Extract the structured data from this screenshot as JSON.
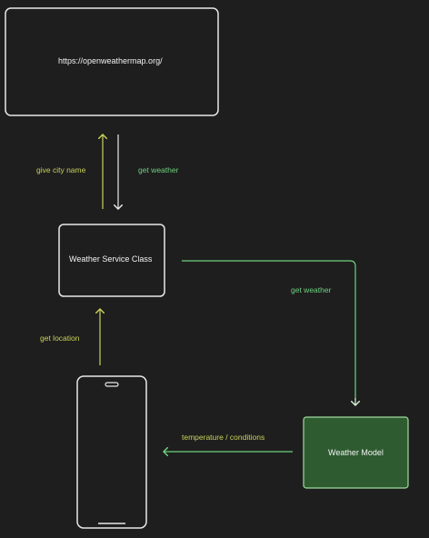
{
  "nodes": {
    "api": {
      "label": "https://openweathermap.org/"
    },
    "service": {
      "label": "Weather Service Class"
    },
    "model": {
      "label": "Weather Model"
    },
    "phone": {
      "label": ""
    }
  },
  "edges": {
    "give_city_name": {
      "label": "give city name"
    },
    "get_weather_api": {
      "label": "get weather"
    },
    "get_weather_model": {
      "label": "get weather"
    },
    "get_location": {
      "label": "get location"
    },
    "temperature_conditions": {
      "label": "temperature / conditions"
    }
  },
  "colors": {
    "background": "#1e1e1e",
    "stroke_white": "#e8e8e8",
    "label_yellow": "#c9d25a",
    "label_green": "#6fd17f",
    "model_fill": "#2e5c30",
    "model_stroke": "#9fdc9f"
  }
}
